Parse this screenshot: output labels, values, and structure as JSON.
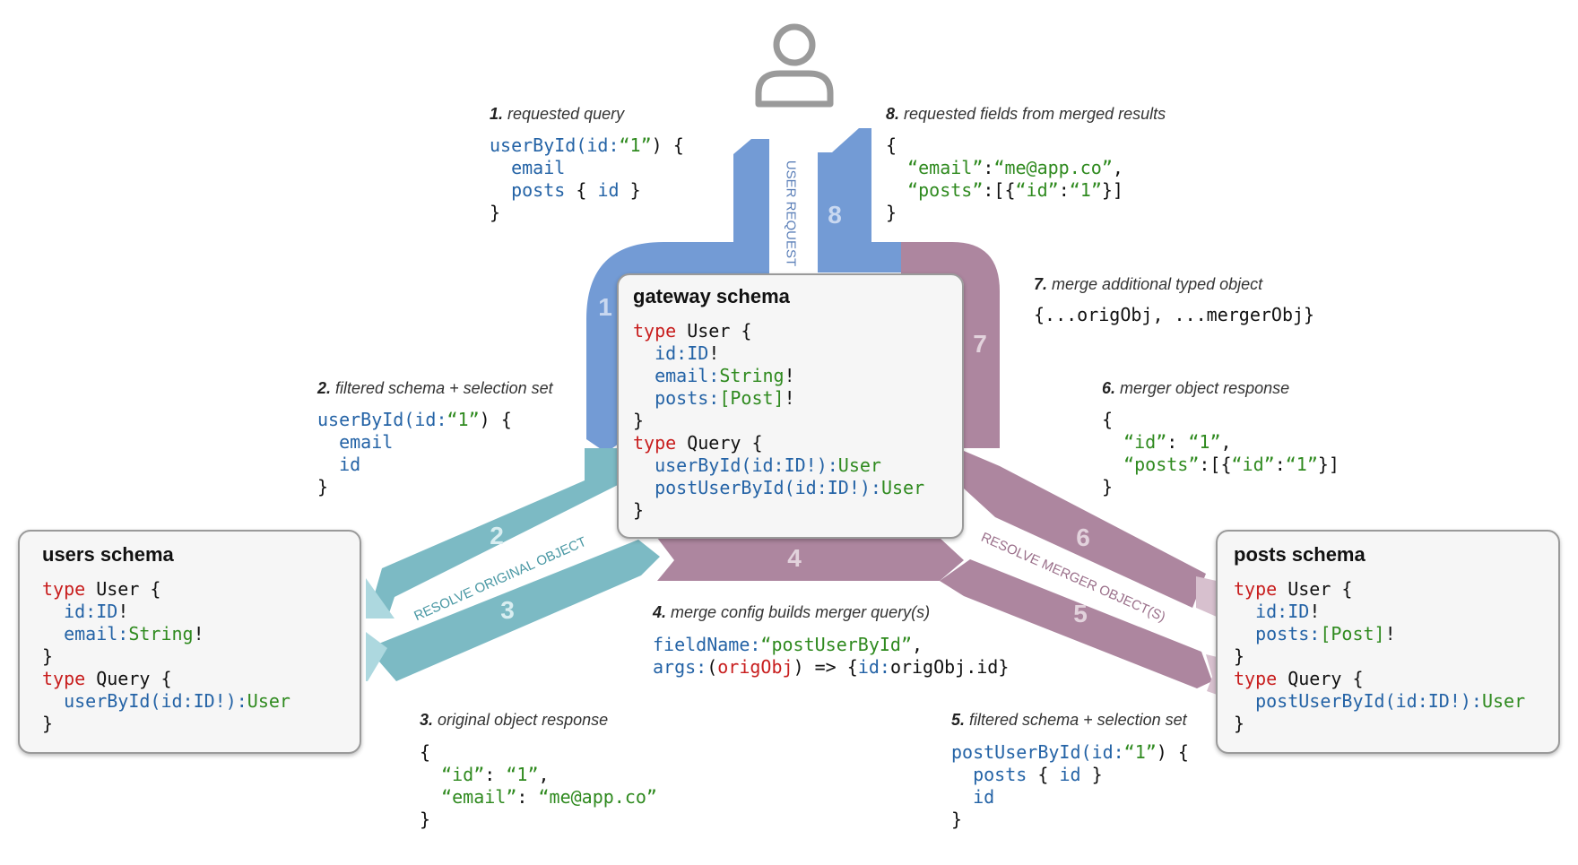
{
  "colors": {
    "request_flow": "#739bd5",
    "original_flow": "#7cbac4",
    "merger_flow": "#ad869f",
    "keyword": "#c81e1e",
    "field": "#2463a6",
    "string": "#2f8a1f"
  },
  "icons": {
    "user": "user-icon"
  },
  "boxes": {
    "gateway": {
      "title": "gateway schema",
      "lines": [
        [
          [
            "type",
            "kw"
          ],
          [
            " User {",
            ""
          ]
        ],
        [
          [
            "  ",
            ""
          ],
          [
            "id:ID",
            "fn"
          ],
          [
            "!",
            ""
          ]
        ],
        [
          [
            "  ",
            ""
          ],
          [
            "email:",
            "fn"
          ],
          [
            "String",
            "str"
          ],
          [
            "!",
            ""
          ]
        ],
        [
          [
            "  ",
            ""
          ],
          [
            "posts:",
            "fn"
          ],
          [
            "[Post]",
            "str"
          ],
          [
            "!",
            ""
          ]
        ],
        [
          [
            "}",
            ""
          ]
        ],
        [
          [
            "type",
            "kw"
          ],
          [
            " Query {",
            ""
          ]
        ],
        [
          [
            "  ",
            ""
          ],
          [
            "userById(id:ID!):",
            "fn"
          ],
          [
            "User",
            "str"
          ]
        ],
        [
          [
            "  ",
            ""
          ],
          [
            "postUserById(id:ID!):",
            "fn"
          ],
          [
            "User",
            "str"
          ]
        ],
        [
          [
            "}",
            ""
          ]
        ]
      ]
    },
    "users": {
      "title": "users schema",
      "lines": [
        [
          [
            "type",
            "kw"
          ],
          [
            " User {",
            ""
          ]
        ],
        [
          [
            "  ",
            ""
          ],
          [
            "id:ID",
            "fn"
          ],
          [
            "!",
            ""
          ]
        ],
        [
          [
            "  ",
            ""
          ],
          [
            "email:",
            "fn"
          ],
          [
            "String",
            "str"
          ],
          [
            "!",
            ""
          ]
        ],
        [
          [
            "}",
            ""
          ]
        ],
        [
          [
            "type",
            "kw"
          ],
          [
            " Query {",
            ""
          ]
        ],
        [
          [
            "  ",
            ""
          ],
          [
            "userById(id:ID!):",
            "fn"
          ],
          [
            "User",
            "str"
          ]
        ],
        [
          [
            "}",
            ""
          ]
        ]
      ]
    },
    "posts": {
      "title": "posts schema",
      "lines": [
        [
          [
            "type",
            "kw"
          ],
          [
            " User {",
            ""
          ]
        ],
        [
          [
            "  ",
            ""
          ],
          [
            "id:ID",
            "fn"
          ],
          [
            "!",
            ""
          ]
        ],
        [
          [
            "  ",
            ""
          ],
          [
            "posts:",
            "fn"
          ],
          [
            "[Post]",
            "str"
          ],
          [
            "!",
            ""
          ]
        ],
        [
          [
            "}",
            ""
          ]
        ],
        [
          [
            "type",
            "kw"
          ],
          [
            " Query {",
            ""
          ]
        ],
        [
          [
            "  ",
            ""
          ],
          [
            "postUserById(id:ID!):",
            "fn"
          ],
          [
            "User",
            "str"
          ]
        ],
        [
          [
            "}",
            ""
          ]
        ]
      ]
    }
  },
  "steps": {
    "s1": {
      "number": "1.",
      "caption": "requested query",
      "lines": [
        [
          [
            "userById(id:",
            "fn"
          ],
          [
            "“1”",
            "str"
          ],
          [
            ") {",
            ""
          ]
        ],
        [
          [
            "  ",
            ""
          ],
          [
            "email",
            "fn"
          ]
        ],
        [
          [
            "  ",
            ""
          ],
          [
            "posts",
            "fn"
          ],
          [
            " { ",
            ""
          ],
          [
            "id",
            "fn"
          ],
          [
            " }",
            ""
          ]
        ],
        [
          [
            "}",
            ""
          ]
        ]
      ]
    },
    "s2": {
      "number": "2.",
      "caption": "filtered schema + selection set",
      "lines": [
        [
          [
            "userById(id:",
            "fn"
          ],
          [
            "“1”",
            "str"
          ],
          [
            ") {",
            ""
          ]
        ],
        [
          [
            "  ",
            ""
          ],
          [
            "email",
            "fn"
          ]
        ],
        [
          [
            "  ",
            ""
          ],
          [
            "id",
            "fn"
          ]
        ],
        [
          [
            "}",
            ""
          ]
        ]
      ]
    },
    "s3": {
      "number": "3.",
      "caption": "original object response",
      "lines": [
        [
          [
            "{",
            ""
          ]
        ],
        [
          [
            "  ",
            ""
          ],
          [
            "“id”",
            "str"
          ],
          [
            ": ",
            ""
          ],
          [
            "“1”",
            "str"
          ],
          [
            ",",
            ""
          ]
        ],
        [
          [
            "  ",
            ""
          ],
          [
            "“email”",
            "str"
          ],
          [
            ": ",
            ""
          ],
          [
            "“me@app.co”",
            "str"
          ]
        ],
        [
          [
            "}",
            ""
          ]
        ]
      ]
    },
    "s4": {
      "number": "4.",
      "caption": "merge config builds merger query(s)",
      "lines": [
        [
          [
            "fieldName:",
            "fn"
          ],
          [
            "“postUserById”",
            "str"
          ],
          [
            ",",
            ""
          ]
        ],
        [
          [
            "args:",
            "fn"
          ],
          [
            "(",
            ""
          ],
          [
            "origObj",
            "kw"
          ],
          [
            ") => {",
            ""
          ],
          [
            "id:",
            "fn"
          ],
          [
            "origObj.id}",
            ""
          ]
        ]
      ]
    },
    "s5": {
      "number": "5.",
      "caption": "filtered schema + selection set",
      "lines": [
        [
          [
            "postUserById(id:",
            "fn"
          ],
          [
            "“1”",
            "str"
          ],
          [
            ") {",
            ""
          ]
        ],
        [
          [
            "  ",
            ""
          ],
          [
            "posts",
            "fn"
          ],
          [
            " { ",
            ""
          ],
          [
            "id",
            "fn"
          ],
          [
            " }",
            ""
          ]
        ],
        [
          [
            "  ",
            ""
          ],
          [
            "id",
            "fn"
          ]
        ],
        [
          [
            "}",
            ""
          ]
        ]
      ]
    },
    "s6": {
      "number": "6.",
      "caption": "merger object response",
      "lines": [
        [
          [
            "{",
            ""
          ]
        ],
        [
          [
            "  ",
            ""
          ],
          [
            "“id”",
            "str"
          ],
          [
            ": ",
            ""
          ],
          [
            "“1”",
            "str"
          ],
          [
            ",",
            ""
          ]
        ],
        [
          [
            "  ",
            ""
          ],
          [
            "“posts”",
            "str"
          ],
          [
            ":[{",
            ""
          ],
          [
            "“id”",
            "str"
          ],
          [
            ":",
            ""
          ],
          [
            "“1”",
            "str"
          ],
          [
            "}]",
            ""
          ]
        ],
        [
          [
            "}",
            ""
          ]
        ]
      ]
    },
    "s7": {
      "number": "7.",
      "caption": "merge additional typed object",
      "lines": [
        [
          [
            "{...origObj, ...mergerObj}",
            ""
          ]
        ]
      ]
    },
    "s8": {
      "number": "8.",
      "caption": "requested fields from merged results",
      "lines": [
        [
          [
            "{",
            ""
          ]
        ],
        [
          [
            "  ",
            ""
          ],
          [
            "“email”",
            "str"
          ],
          [
            ":",
            ""
          ],
          [
            "“me@app.co”",
            "str"
          ],
          [
            ",",
            ""
          ]
        ],
        [
          [
            "  ",
            ""
          ],
          [
            "“posts”",
            "str"
          ],
          [
            ":[{",
            ""
          ],
          [
            "“id”",
            "str"
          ],
          [
            ":",
            ""
          ],
          [
            "“1”",
            "str"
          ],
          [
            "}]",
            ""
          ]
        ],
        [
          [
            "}",
            ""
          ]
        ]
      ]
    }
  },
  "flow_numbers": [
    "1",
    "2",
    "3",
    "4",
    "5",
    "6",
    "7",
    "8"
  ],
  "flow_labels": {
    "user_request": "USER REQUEST",
    "resolve_original": "RESOLVE ORIGINAL OBJECT",
    "resolve_merger": "RESOLVE MERGER OBJECT(S)"
  }
}
